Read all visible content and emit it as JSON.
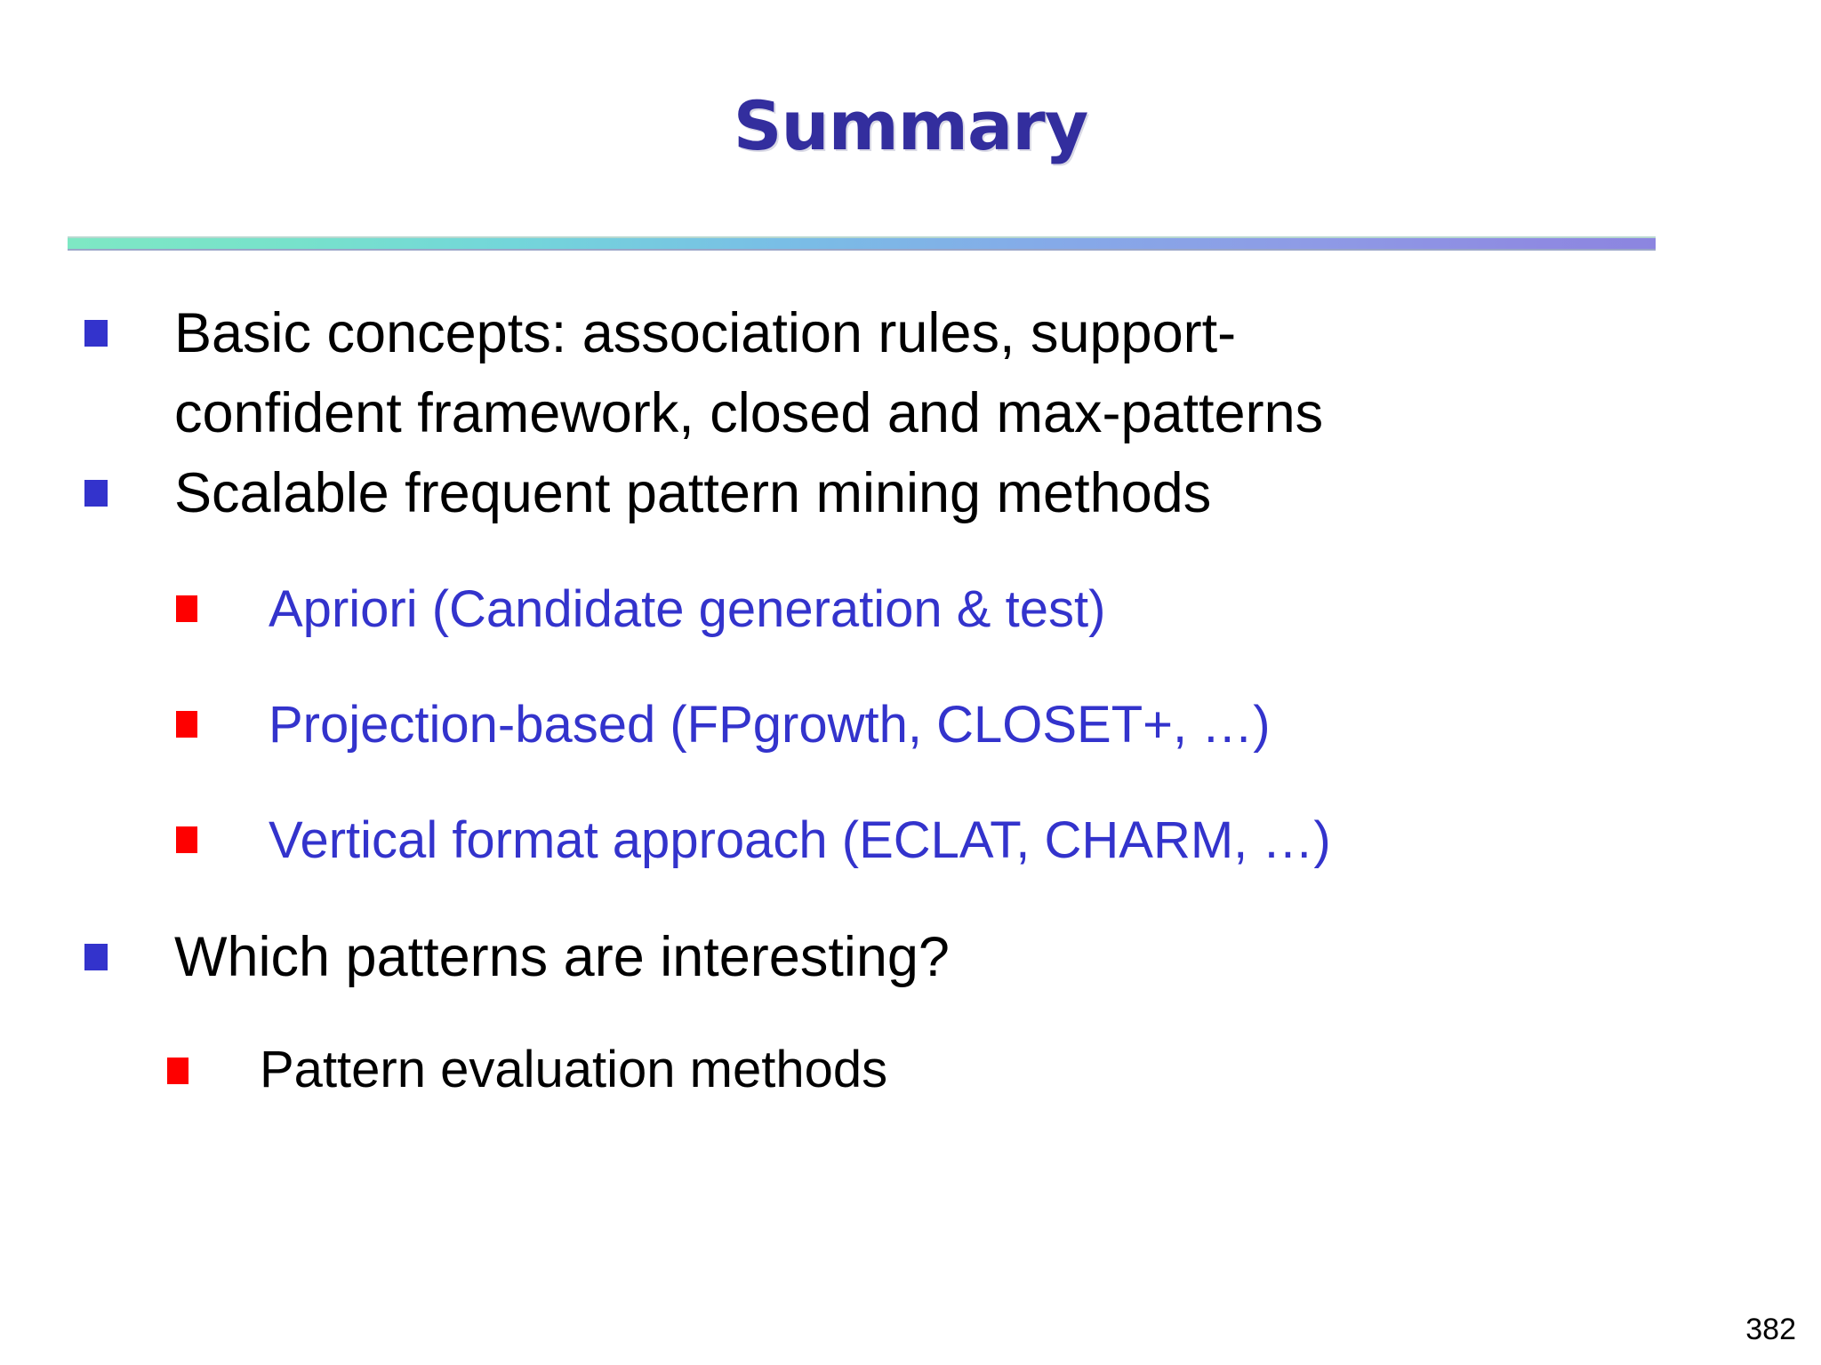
{
  "slide": {
    "title": "Summary",
    "page_number": "382",
    "colors": {
      "title": "#332E9E",
      "level1_bullet": "#3333CC",
      "level2_bullet": "#FE0000",
      "level2_text": "#3333CC",
      "body_text": "#000000",
      "divider_start": "#7EE8C4",
      "divider_end": "#8C85E0",
      "background": "#FFFFFF"
    },
    "divider": {
      "name": "gradient-rule",
      "gradient": "teal-to-periwinkle"
    },
    "bullets": [
      {
        "level": 1,
        "marker": "blue-square-bullet",
        "text": "Basic concepts: association rules, support-",
        "text_line2": "confident framework, closed and max-patterns",
        "color": "#000000"
      },
      {
        "level": 1,
        "marker": "blue-square-bullet",
        "text": "Scalable frequent pattern mining methods",
        "color": "#000000"
      },
      {
        "level": 2,
        "marker": "red-square-bullet",
        "text": "Apriori (Candidate generation & test)",
        "color": "#3333CC"
      },
      {
        "level": 2,
        "marker": "red-square-bullet",
        "text": "Projection-based (FPgrowth, CLOSET+, …)",
        "color": "#3333CC"
      },
      {
        "level": 2,
        "marker": "red-square-bullet",
        "text": "Vertical format approach (ECLAT, CHARM, …)",
        "color": "#3333CC"
      },
      {
        "level": 1,
        "marker": "blue-square-bullet",
        "text": "Which patterns are interesting?",
        "color": "#000000"
      },
      {
        "level": 2,
        "marker": "red-square-bullet",
        "text": "Pattern evaluation methods",
        "color": "#000000"
      }
    ]
  }
}
